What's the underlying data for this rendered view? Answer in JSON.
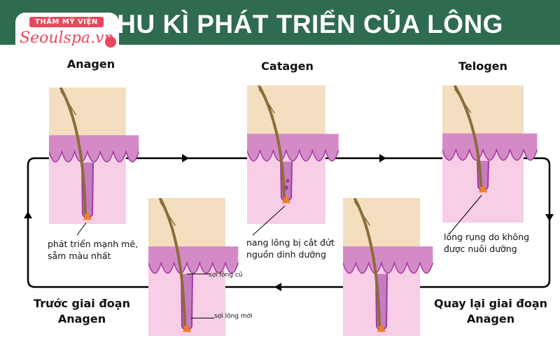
{
  "header": {
    "title": "CHU KÌ PHÁT TRIỂN CỦA LÔNG",
    "background": "#2f6b4f"
  },
  "logo": {
    "badge": "THẨM MỸ VIỆN",
    "name": "Seoulspa.vn",
    "color": "#e8485f"
  },
  "stages": [
    {
      "label": "Anagen",
      "note_lines": [
        "phát triển mạnh mẽ,",
        "sẫm màu nhất"
      ]
    },
    {
      "label": "Catagen",
      "note_lines": [
        "nang lông bị cắt đứt",
        "nguồn dinh dưỡng"
      ]
    },
    {
      "label": "Telogen",
      "note_lines": [
        "lông rụng do không",
        "được nuôi dưỡng"
      ]
    },
    {
      "label_lines": [
        "Quay lại giai đoạn",
        "Anagen"
      ]
    },
    {
      "label_lines": [
        "Trước giai đoạn",
        "Anagen"
      ],
      "callouts": [
        "sợi lông cũ",
        "sợi lông mới"
      ]
    }
  ],
  "colors": {
    "skin_top": "#f3dfc0",
    "dermis": "#d58ac8",
    "tissue": "#f8cde6",
    "hair": "#8b6d3a",
    "bulb": "#f08020",
    "follicle": "#a03a9a"
  }
}
